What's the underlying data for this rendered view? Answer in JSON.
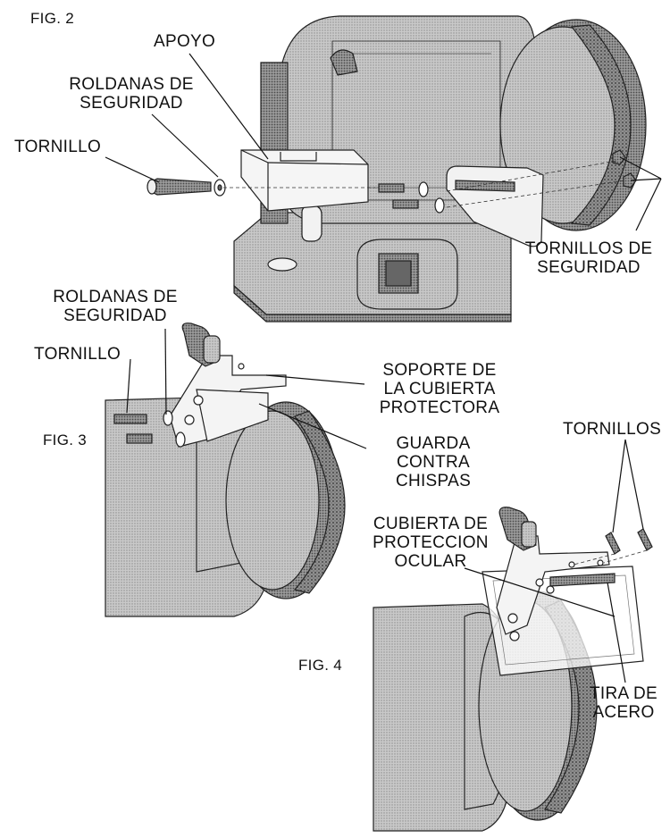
{
  "figures": {
    "fig2": "FIG. 2",
    "fig3": "FIG. 3",
    "fig4": "FIG. 4"
  },
  "labels": {
    "apoyo": "APOYO",
    "roldanas_fig2_l1": "ROLDANAS DE",
    "roldanas_fig2_l2": "SEGURIDAD",
    "tornillo_fig2": "TORNILLO",
    "tornillos_seg_l1": "TORNILLOS DE",
    "tornillos_seg_l2": "SEGURIDAD",
    "roldanas_fig3_l1": "ROLDANAS DE",
    "roldanas_fig3_l2": "SEGURIDAD",
    "tornillo_fig3": "TORNILLO",
    "soporte_l1": "SOPORTE DE",
    "soporte_l2": "LA CUBIERTA",
    "soporte_l3": "PROTECTORA",
    "guarda_l1": "GUARDA",
    "guarda_l2": "CONTRA",
    "guarda_l3": "CHISPAS",
    "tornillos_fig4": "TORNILLOS",
    "cubierta_l1": "CUBIERTA DE",
    "cubierta_l2": "PROTECCION",
    "cubierta_l3": "OCULAR",
    "tira_l1": "TIRA DE",
    "tira_l2": "ACERO"
  }
}
